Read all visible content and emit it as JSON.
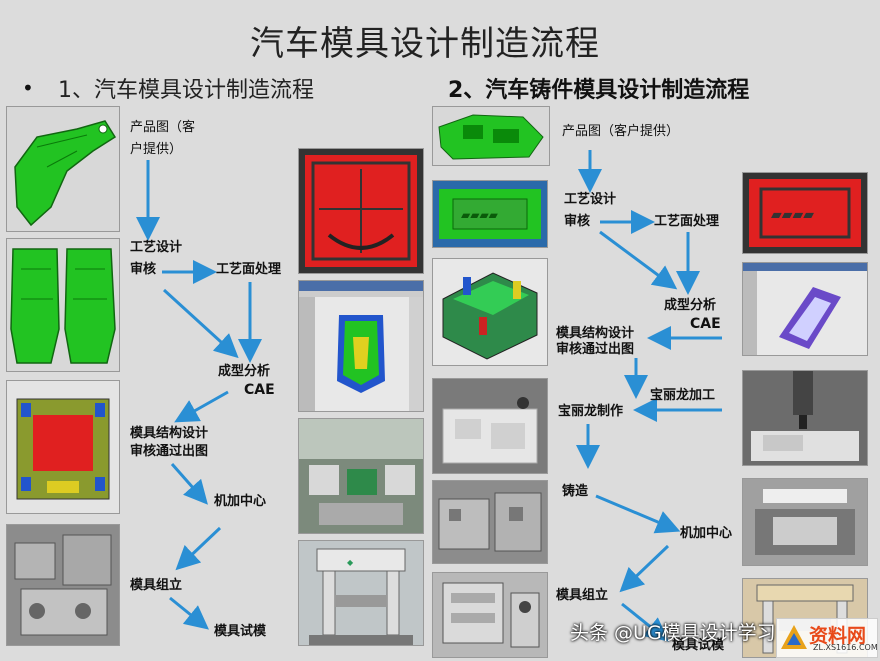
{
  "title": "汽车模具设计制造流程",
  "bullet": "•",
  "section1": {
    "heading": "1、汽车模具设计制造流程",
    "steps": {
      "s1a": "产品图（客",
      "s1b": "户提供）",
      "s2a": "工艺设计",
      "s2b": "审核",
      "s3": "工艺面处理",
      "s4a": "成型分析",
      "s4b": "CAE",
      "s5a": "模具结构设计",
      "s5b": "审核通过出图",
      "s6": "机加中心",
      "s7": "模具组立",
      "s8": "模具试模"
    }
  },
  "section2": {
    "heading": "2、汽车铸件模具设计制造流程",
    "steps": {
      "s1": "产品图（客户提供）",
      "s2a": "工艺设计",
      "s2b": "审核",
      "s3": "工艺面处理",
      "s4a": "成型分析",
      "s4b": "CAE",
      "s5a": "模具结构设计",
      "s5b": "审核通过出图",
      "s6": "宝丽龙加工",
      "s7": "宝丽龙制作",
      "s8": "铸造",
      "s9": "机加中心",
      "s10": "模具组立",
      "s11": "模具试模"
    }
  },
  "watermark": "头条 @UG模具设计学习",
  "logo": {
    "main": "资料网",
    "sub": "ZL.XS1616.COM"
  },
  "colors": {
    "arrow": "#2a8fd4",
    "part_green": "#22c322",
    "cae_red": "#e02020"
  }
}
